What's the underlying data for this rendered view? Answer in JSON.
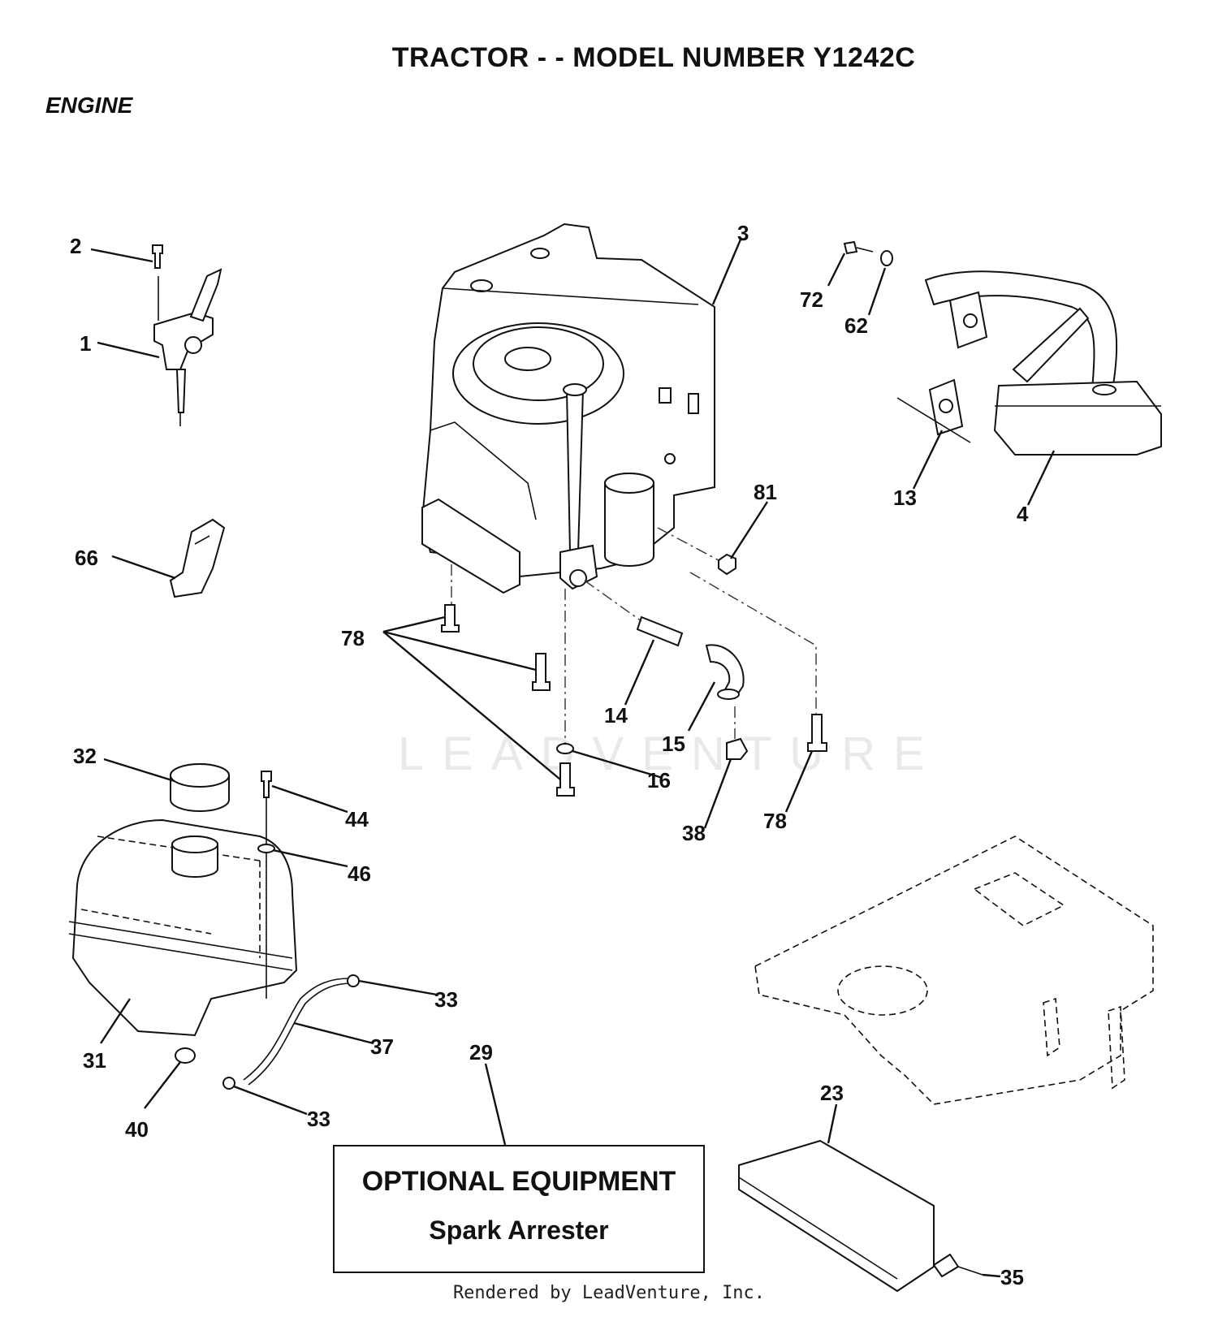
{
  "title": "TRACTOR - - MODEL NUMBER Y1242C",
  "section": "ENGINE",
  "watermark": "LEADVENTURE",
  "footer": "Rendered by LeadVenture, Inc.",
  "optional_box": {
    "heading": "OPTIONAL EQUIPMENT",
    "item": "Spark Arrester"
  },
  "callouts": [
    "1",
    "2",
    "3",
    "4",
    "13",
    "14",
    "15",
    "16",
    "23",
    "29",
    "31",
    "32",
    "33",
    "33",
    "35",
    "37",
    "38",
    "40",
    "44",
    "46",
    "62",
    "66",
    "72",
    "78",
    "78",
    "81"
  ]
}
